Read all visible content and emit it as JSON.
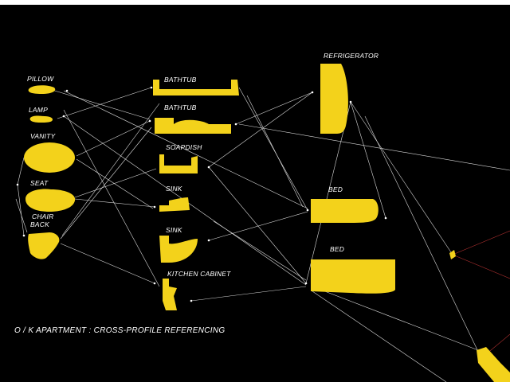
{
  "caption": "O / K APARTMENT : CROSS-PROFILE REFERENCING",
  "colors": {
    "background": "#000000",
    "shape": "#f3d21b",
    "link": "#ffffff",
    "accent_link": "#b03030"
  },
  "profiles": [
    {
      "id": "pillow",
      "label": "PILLOW"
    },
    {
      "id": "lamp",
      "label": "LAMP"
    },
    {
      "id": "vanity",
      "label": "VANITY"
    },
    {
      "id": "seat",
      "label": "SEAT"
    },
    {
      "id": "chair-back",
      "label": "CHAIR\nBACK"
    },
    {
      "id": "bathtub-1",
      "label": "BATHTUB"
    },
    {
      "id": "bathtub-2",
      "label": "BATHTUB"
    },
    {
      "id": "soapdish",
      "label": "SOAPDISH"
    },
    {
      "id": "sink-1",
      "label": "SINK"
    },
    {
      "id": "sink-2",
      "label": "SINK"
    },
    {
      "id": "kitchen-cabinet",
      "label": "KITCHEN CABINET"
    },
    {
      "id": "refrigerator",
      "label": "REFRIGERATOR"
    },
    {
      "id": "bed-1",
      "label": "BED"
    },
    {
      "id": "bed-2",
      "label": "BED"
    }
  ],
  "links": [
    [
      "pillow",
      "bathtub-2"
    ],
    [
      "pillow",
      "bed-1"
    ],
    [
      "lamp",
      "bathtub-1"
    ],
    [
      "lamp",
      "bed-2"
    ],
    [
      "vanity",
      "sink-1"
    ],
    [
      "vanity",
      "bathtub-2"
    ],
    [
      "seat",
      "sink-1"
    ],
    [
      "seat",
      "soapdish"
    ],
    [
      "chair-back",
      "kitchen-cabinet"
    ],
    [
      "chair-back",
      "bathtub-2"
    ],
    [
      "bathtub-1",
      "bed-1"
    ],
    [
      "bathtub-2",
      "refrigerator"
    ],
    [
      "soapdish",
      "refrigerator"
    ],
    [
      "soapdish",
      "bed-2"
    ],
    [
      "sink-1",
      "bed-2"
    ],
    [
      "sink-2",
      "bed-1"
    ],
    [
      "kitchen-cabinet",
      "bed-2"
    ],
    [
      "refrigerator",
      "bed-2"
    ]
  ]
}
